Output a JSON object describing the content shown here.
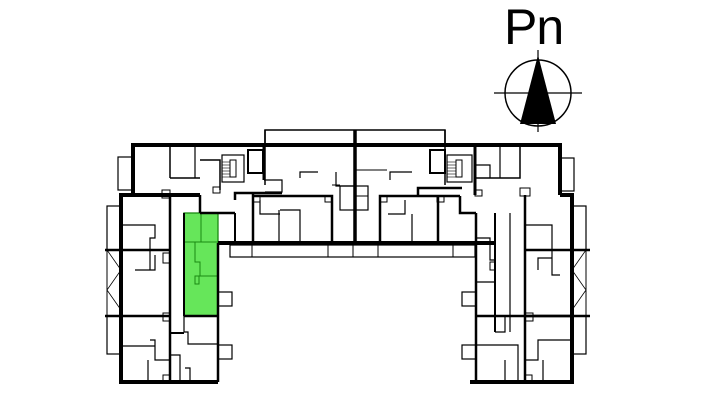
{
  "compass": {
    "label": "Pn",
    "meaning": "north"
  },
  "floor_plan": {
    "highlighted_unit": {
      "color": "#66e65a",
      "border_color": "#1a8a12",
      "position": "west wing, inner corridor side"
    },
    "wall_color": "#000000",
    "background": "#ffffff"
  }
}
